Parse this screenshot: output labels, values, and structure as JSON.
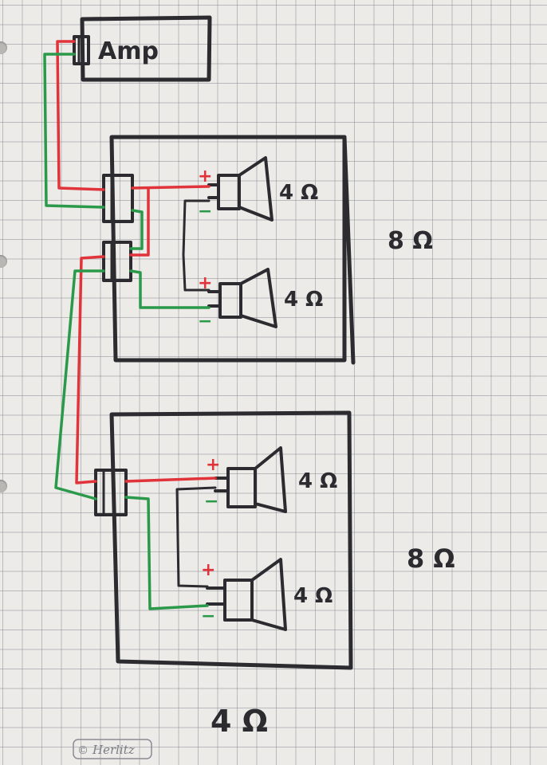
{
  "amp": {
    "label": "Amp"
  },
  "cabinets": [
    {
      "impedance_label": "8 Ω",
      "speakers": [
        {
          "impedance": "4 Ω",
          "plus": "+",
          "minus": "−"
        },
        {
          "impedance": "4 Ω",
          "plus": "+",
          "minus": "−"
        }
      ]
    },
    {
      "impedance_label": "8 Ω",
      "speakers": [
        {
          "impedance": "4 Ω",
          "plus": "+",
          "minus": "−"
        },
        {
          "impedance": "4 Ω",
          "plus": "+",
          "minus": "−"
        }
      ]
    }
  ],
  "total": {
    "label": "4 Ω"
  },
  "brand": {
    "text": "Herlitz",
    "mark": "©"
  },
  "colors": {
    "ink": "#2b2b30",
    "positive_wire": "#e0333a",
    "negative_wire": "#2a9a4a",
    "paper": "#ecebe8"
  }
}
